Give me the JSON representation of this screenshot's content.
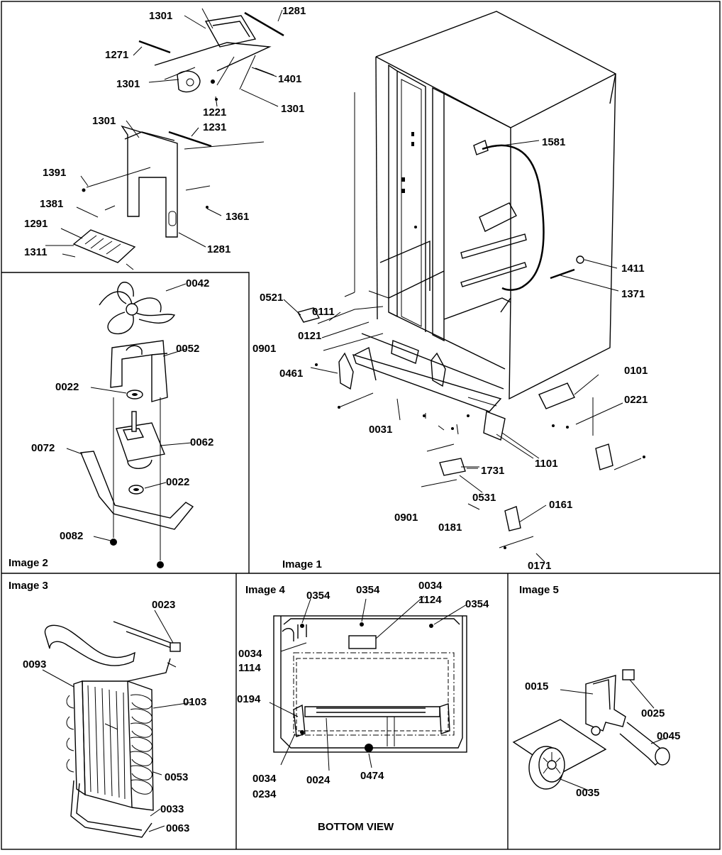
{
  "diagram": {
    "image1": {
      "caption": "Image 1",
      "labels": [
        "1301",
        "1281",
        "1271",
        "1301",
        "1401",
        "1221",
        "1301",
        "1301",
        "1231",
        "1391",
        "1381",
        "1361",
        "1291",
        "1311",
        "1281",
        "1581",
        "1411",
        "1371",
        "0521",
        "0111",
        "0121",
        "0901",
        "0461",
        "0101",
        "0221",
        "0031",
        "1101",
        "1731",
        "0531",
        "0901",
        "0161",
        "0181",
        "0171"
      ]
    },
    "image2": {
      "caption": "Image 2",
      "labels": [
        "0042",
        "0052",
        "0022",
        "0062",
        "0072",
        "0022",
        "0082"
      ]
    },
    "image3": {
      "caption": "Image 3",
      "labels": [
        "0023",
        "0093",
        "0103",
        "0053",
        "0033",
        "0063"
      ]
    },
    "image4": {
      "caption": "Image 4",
      "labels": [
        "0354",
        "0354",
        "0034",
        "1124",
        "0354",
        "0034",
        "1114",
        "0194",
        "0034",
        "0234",
        "0024",
        "0474"
      ],
      "footer": "BOTTOM VIEW"
    },
    "image5": {
      "caption": "Image 5",
      "labels": [
        "0015",
        "0025",
        "0045",
        "0035"
      ]
    }
  }
}
